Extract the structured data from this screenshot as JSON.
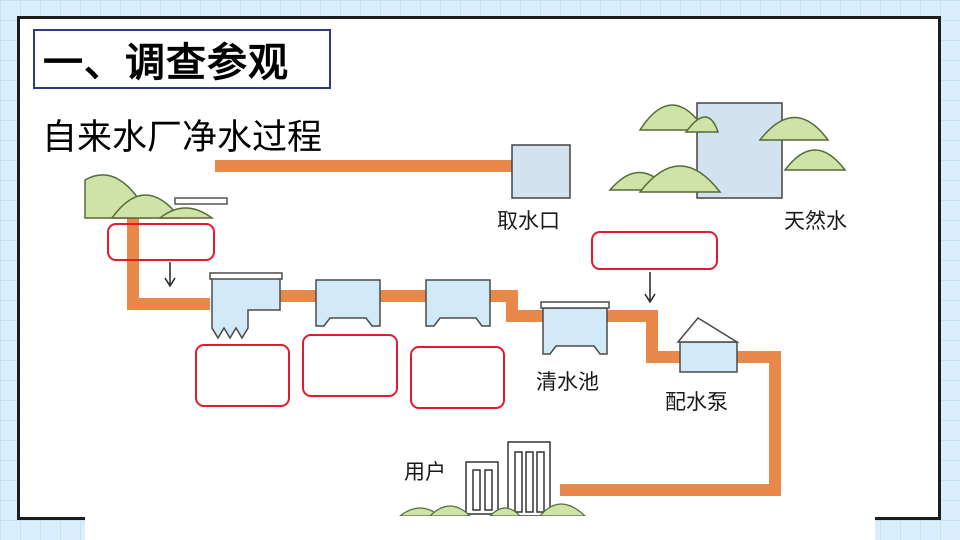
{
  "title": "一、调查参观",
  "subtitle": "自来水厂净水过程",
  "labels": {
    "intake": "取水口",
    "natural_water": "天然水",
    "clear_water_tank": "清水池",
    "distribution_pump": "配水泵",
    "users": "用户"
  },
  "blank_boxes": [
    "",
    "",
    "",
    "",
    ""
  ],
  "colors": {
    "pipe": "#e8894a",
    "water": "#d2e9f7",
    "tank_outline": "#4a4a4a",
    "blank_box_border": "#e21b2e",
    "title_border": "#2c3b82",
    "tree_fill": "#cfe3a6"
  }
}
